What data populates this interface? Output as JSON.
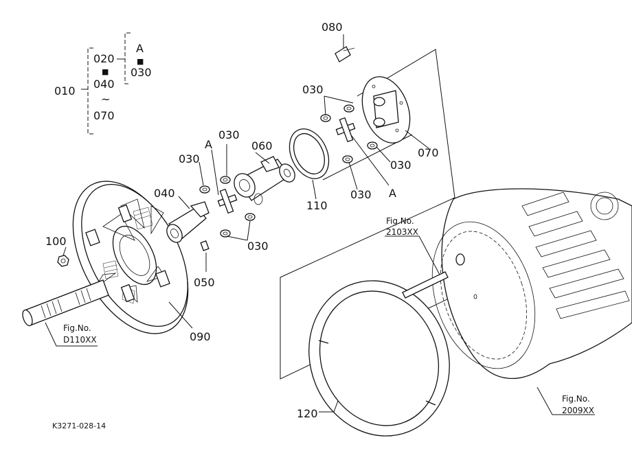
{
  "callouts": {
    "c010": "010",
    "c020": "020",
    "c040_group": "040",
    "c070_group": "070",
    "cA_group": "A",
    "c030_group": "030",
    "c080": "080",
    "c030_top": "030",
    "c030_right": "030",
    "c030_bottom_right": "030",
    "cA_right": "A",
    "c070": "070",
    "c110": "110",
    "c060": "060",
    "c030_mid_top": "030",
    "cA_left": "A",
    "c030_left": "030",
    "c040": "040",
    "c030_mid_bottom": "030",
    "c050": "050",
    "c100": "100",
    "c090": "090",
    "c120": "120"
  },
  "figrefs": {
    "f2103_label": "Fig.No.",
    "f2103_code": "2103XX",
    "fD110_label": "Fig.No.",
    "fD110_code": "D110XX",
    "f2009_label": "Fig.No.",
    "f2009_code": "2009XX"
  },
  "group_symbols": {
    "dot": "■",
    "tilde": "~"
  },
  "drawing_code": "K3271-028-14"
}
